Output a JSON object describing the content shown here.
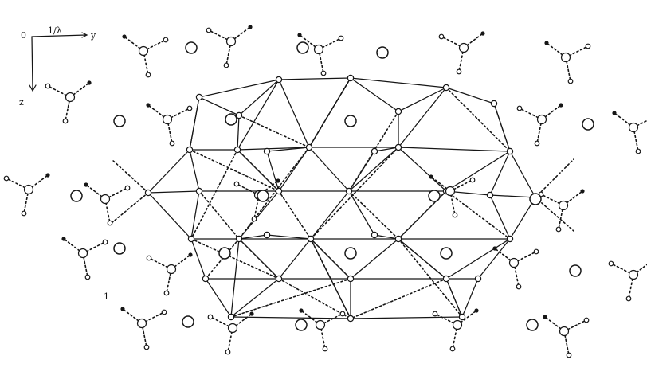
{
  "axes": {
    "origin_label": "0",
    "top_label": "1/λ",
    "y_label": "y",
    "x_label": "z"
  },
  "stray_mark": "1",
  "colors": {
    "ink": "#161616",
    "paper": "#ffffff"
  }
}
